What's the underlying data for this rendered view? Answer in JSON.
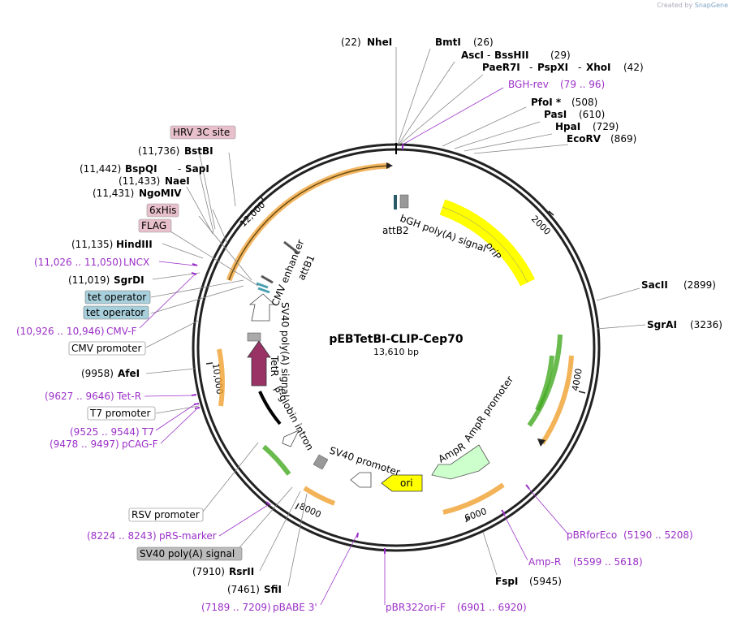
{
  "credit": "Created by",
  "credit_brand": "SnapGene",
  "plasmid_name": "pEBTetBI-CLIP-Cep70",
  "plasmid_size": "13,610 bp",
  "ticks": [
    "2000",
    "4000",
    "6000",
    "8000",
    "10,000",
    "12,000"
  ],
  "enzymes_top": [
    {
      "name": "NheI",
      "pos": "(22)"
    },
    {
      "name": "BmtI",
      "pos": "(26)"
    },
    {
      "name": "AscI",
      "name2": "BssHII",
      "pos": "(29)"
    },
    {
      "name": "PaeR7I",
      "name2": "PspXI",
      "name3": "XhoI",
      "pos": "(42)"
    },
    {
      "name": "PfoI *",
      "pos": "(508)"
    },
    {
      "name": "PasI",
      "pos": "(610)"
    },
    {
      "name": "HpaI",
      "pos": "(729)"
    },
    {
      "name": "EcoRV",
      "pos": "(869)"
    },
    {
      "name": "SacII",
      "pos": "(2899)"
    },
    {
      "name": "SgrAI",
      "pos": "(3236)"
    },
    {
      "name": "FspI",
      "pos": "(5945)"
    }
  ],
  "enzymes_left": [
    {
      "name": "BstBI",
      "pos": "(11,736)"
    },
    {
      "name": "BspQI",
      "name2": "SapI",
      "pos": "(11,442)"
    },
    {
      "name": "NaeI",
      "pos": "(11,433)"
    },
    {
      "name": "NgoMIV",
      "pos": "(11,431)"
    },
    {
      "name": "HindIII",
      "pos": "(11,135)"
    },
    {
      "name": "SgrDI",
      "pos": "(11,019)"
    },
    {
      "name": "AfeI",
      "pos": "(9958)"
    },
    {
      "name": "RsrII",
      "pos": "(7910)"
    },
    {
      "name": "SfiI",
      "pos": "(7461)"
    }
  ],
  "primers": [
    {
      "name": "BGH-rev",
      "pos": "(79 .. 96)"
    },
    {
      "name": "LNCX",
      "pos": "(11,026 .. 11,050)"
    },
    {
      "name": "CMV-F",
      "pos": "(10,926 .. 10,946)"
    },
    {
      "name": "Tet-R",
      "pos": "(9627 .. 9646)"
    },
    {
      "name": "T7",
      "pos": "(9525 .. 9544)"
    },
    {
      "name": "pCAG-F",
      "pos": "(9478 .. 9497)"
    },
    {
      "name": "pRS-marker",
      "pos": "(8224 .. 8243)"
    },
    {
      "name": "pBABE 3'",
      "pos": "(7189 .. 7209)"
    },
    {
      "name": "pBR322ori-F",
      "pos": "(6901 .. 6920)"
    },
    {
      "name": "Amp-R",
      "pos": "(5599 .. 5618)"
    },
    {
      "name": "pBRforEco",
      "pos": "(5190 .. 5208)"
    }
  ],
  "boxed": {
    "hrv": "HRV 3C site",
    "his": "6xHis",
    "flag": "FLAG",
    "tetop1": "tet operator",
    "tetop2": "tet operator",
    "cmvprom": "CMV promoter",
    "t7prom": "T7 promoter",
    "rsvprom": "RSV promoter",
    "sv40pa": "SV40 poly(A) signal"
  },
  "features": {
    "attB2": "attB2",
    "bgh": "bGH poly(A) signal",
    "oriP": "oriP",
    "attB1": "attB1",
    "cmvenh": "CMV enhancer",
    "sv40pa_in": "SV40 poly(A) signal",
    "tetR": "TetR",
    "bglobin": "β-globin intron",
    "sv40prom": "SV40 promoter",
    "ori": "ori",
    "ampR": "AmpR",
    "ampRprom": "AmpR promoter"
  },
  "colors": {
    "backbone": "#222222",
    "primer": "#9b30c8",
    "orip": "#ffff00",
    "tetr": "#993366",
    "ampr": "#ccffcc",
    "orange": "#f0a030",
    "green": "#44aa22",
    "tetop_box": "#a8d0dc",
    "boxed_pink": "#e8c0cc",
    "grey_box": "#bbbbbb"
  }
}
